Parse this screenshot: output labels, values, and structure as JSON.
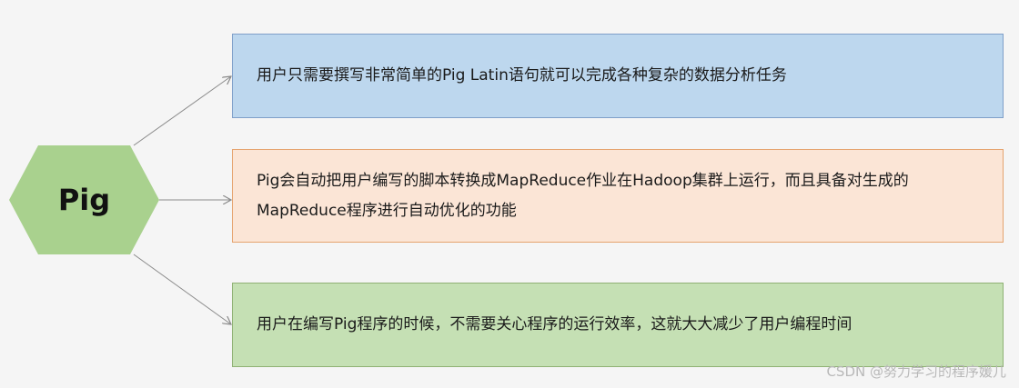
{
  "diagram": {
    "center": {
      "label": "Pig",
      "color": "#a9d18e"
    },
    "boxes": [
      {
        "text": "用户只需要撰写非常简单的Pig Latin语句就可以完成各种复杂的数据分析任务",
        "color": "#bdd7ee"
      },
      {
        "text": "Pig会自动把用户编写的脚本转换成MapReduce作业在Hadoop集群上运行，而且具备对生成的MapReduce程序进行自动优化的功能",
        "color": "#fbe5d6"
      },
      {
        "text": "用户在编写Pig程序的时候，不需要关心程序的运行效率，这就大大减少了用户编程时间",
        "color": "#c5e0b4"
      }
    ]
  },
  "watermark": "CSDN @努力学习的程序媛儿"
}
